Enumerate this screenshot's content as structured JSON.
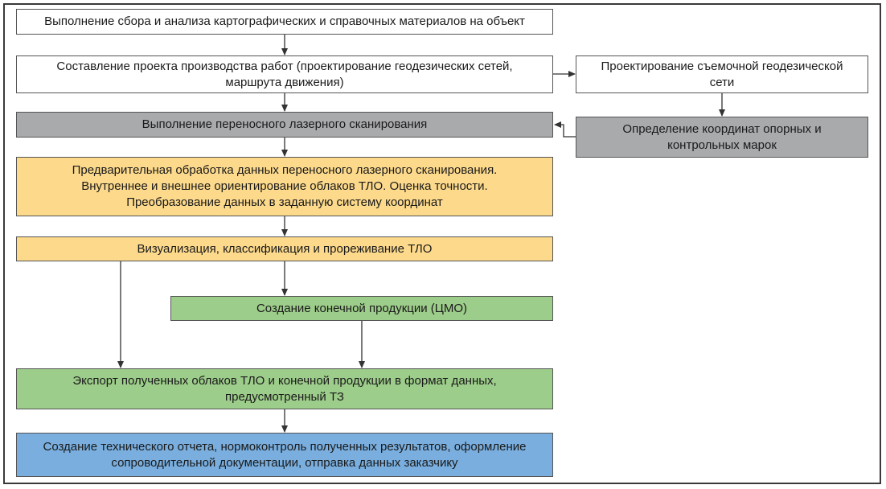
{
  "nodes": {
    "collect": "Выполнение сбора и анализа картографических и справочных материалов на объект",
    "project": "Составление проекта производства работ (проектирование геодезических сетей,\nмаршрута движения)",
    "survey_net": "Проектирование съемочной геодезической\nсети",
    "scanning": "Выполнение переносного лазерного сканирования",
    "markers": "Определение координат опорных и\nконтрольных марок",
    "preprocess": "Предварительная обработка данных переносного лазерного сканирования.\nВнутреннее и внешнее ориентирование облаков ТЛО. Оценка точности.\nПреобразование данных в заданную систему координат",
    "visualize": "Визуализация, классификация и прореживание ТЛО",
    "final_product": "Создание конечной продукции (ЦМО)",
    "export": "Экспорт полученных облаков ТЛО и конечной продукции в формат данных,\nпредусмотренный ТЗ",
    "report": "Создание технического отчета, нормоконтроль полученных результатов, оформление\nсопроводительной документации, отправка данных заказчику"
  },
  "colors": {
    "white": "#ffffff",
    "gray": "#a9aaac",
    "yellow": "#fcd98b",
    "green": "#9dcd8a",
    "blue": "#79aede",
    "arrow": "#333333"
  }
}
